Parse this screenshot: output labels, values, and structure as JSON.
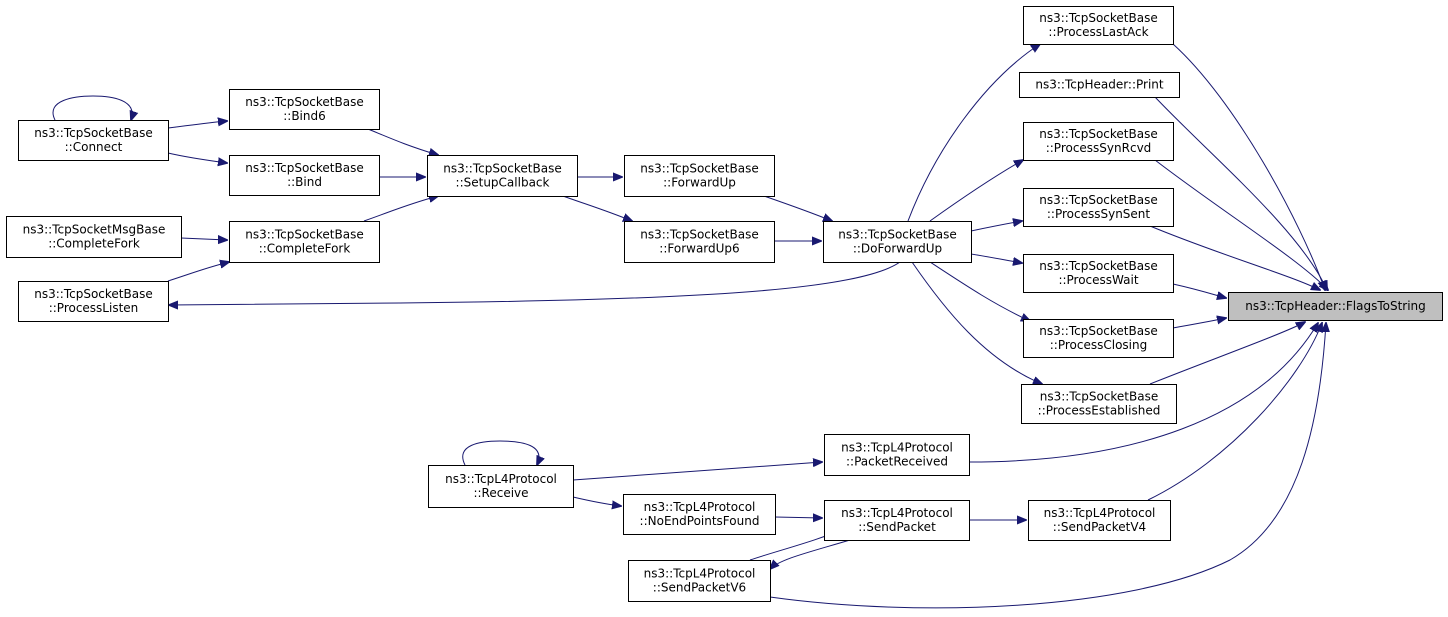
{
  "colors": {
    "edge": "#191970",
    "root_fill": "#bfbfbf",
    "node_fill": "#ffffff",
    "node_border": "#000000"
  },
  "nodes": [
    {
      "id": "flags",
      "lines": [
        "ns3::TcpHeader::FlagsToString"
      ],
      "root": true
    },
    {
      "id": "lastack",
      "lines": [
        "ns3::TcpSocketBase",
        "::ProcessLastAck"
      ]
    },
    {
      "id": "print",
      "lines": [
        "ns3::TcpHeader::Print"
      ]
    },
    {
      "id": "synrcvd",
      "lines": [
        "ns3::TcpSocketBase",
        "::ProcessSynRcvd"
      ]
    },
    {
      "id": "synsent",
      "lines": [
        "ns3::TcpSocketBase",
        "::ProcessSynSent"
      ]
    },
    {
      "id": "wait",
      "lines": [
        "ns3::TcpSocketBase",
        "::ProcessWait"
      ]
    },
    {
      "id": "closing",
      "lines": [
        "ns3::TcpSocketBase",
        "::ProcessClosing"
      ]
    },
    {
      "id": "established",
      "lines": [
        "ns3::TcpSocketBase",
        "::ProcessEstablished"
      ]
    },
    {
      "id": "doforwardup",
      "lines": [
        "ns3::TcpSocketBase",
        "::DoForwardUp"
      ]
    },
    {
      "id": "forwardup",
      "lines": [
        "ns3::TcpSocketBase",
        "::ForwardUp"
      ]
    },
    {
      "id": "forwardup6",
      "lines": [
        "ns3::TcpSocketBase",
        "::ForwardUp6"
      ]
    },
    {
      "id": "setupcallback",
      "lines": [
        "ns3::TcpSocketBase",
        "::SetupCallback"
      ]
    },
    {
      "id": "bind6",
      "lines": [
        "ns3::TcpSocketBase",
        "::Bind6"
      ]
    },
    {
      "id": "bind",
      "lines": [
        "ns3::TcpSocketBase",
        "::Bind"
      ]
    },
    {
      "id": "completefork",
      "lines": [
        "ns3::TcpSocketBase",
        "::CompleteFork"
      ]
    },
    {
      "id": "connect",
      "lines": [
        "ns3::TcpSocketBase",
        "::Connect"
      ]
    },
    {
      "id": "msgcompletefork",
      "lines": [
        "ns3::TcpSocketMsgBase",
        "::CompleteFork"
      ]
    },
    {
      "id": "processlisten",
      "lines": [
        "ns3::TcpSocketBase",
        "::ProcessListen"
      ]
    },
    {
      "id": "packetreceived",
      "lines": [
        "ns3::TcpL4Protocol",
        "::PacketReceived"
      ]
    },
    {
      "id": "receive",
      "lines": [
        "ns3::TcpL4Protocol",
        "::Receive"
      ]
    },
    {
      "id": "noendpoints",
      "lines": [
        "ns3::TcpL4Protocol",
        "::NoEndPointsFound"
      ]
    },
    {
      "id": "sendpacket",
      "lines": [
        "ns3::TcpL4Protocol",
        "::SendPacket"
      ]
    },
    {
      "id": "sendpacketv4",
      "lines": [
        "ns3::TcpL4Protocol",
        "::SendPacketV4"
      ]
    },
    {
      "id": "sendpacketv6",
      "lines": [
        "ns3::TcpL4Protocol",
        "::SendPacketV6"
      ]
    }
  ],
  "edges": [
    {
      "from": "lastack",
      "to": "flags"
    },
    {
      "from": "print",
      "to": "flags"
    },
    {
      "from": "synrcvd",
      "to": "flags"
    },
    {
      "from": "synsent",
      "to": "flags"
    },
    {
      "from": "wait",
      "to": "flags"
    },
    {
      "from": "closing",
      "to": "flags"
    },
    {
      "from": "established",
      "to": "flags"
    },
    {
      "from": "packetreceived",
      "to": "flags"
    },
    {
      "from": "sendpacketv4",
      "to": "flags"
    },
    {
      "from": "sendpacketv6",
      "to": "flags"
    },
    {
      "from": "doforwardup",
      "to": "lastack"
    },
    {
      "from": "doforwardup",
      "to": "synrcvd"
    },
    {
      "from": "doforwardup",
      "to": "synsent"
    },
    {
      "from": "doforwardup",
      "to": "wait"
    },
    {
      "from": "doforwardup",
      "to": "closing"
    },
    {
      "from": "doforwardup",
      "to": "established"
    },
    {
      "from": "doforwardup",
      "to": "processlisten"
    },
    {
      "from": "forwardup",
      "to": "doforwardup"
    },
    {
      "from": "forwardup6",
      "to": "doforwardup"
    },
    {
      "from": "setupcallback",
      "to": "forwardup"
    },
    {
      "from": "setupcallback",
      "to": "forwardup6"
    },
    {
      "from": "bind6",
      "to": "setupcallback"
    },
    {
      "from": "bind",
      "to": "setupcallback"
    },
    {
      "from": "completefork",
      "to": "setupcallback"
    },
    {
      "from": "connect",
      "to": "bind6"
    },
    {
      "from": "connect",
      "to": "bind"
    },
    {
      "from": "connect",
      "to": "connect"
    },
    {
      "from": "msgcompletefork",
      "to": "completefork"
    },
    {
      "from": "processlisten",
      "to": "completefork"
    },
    {
      "from": "receive",
      "to": "packetreceived"
    },
    {
      "from": "receive",
      "to": "noendpoints"
    },
    {
      "from": "receive",
      "to": "receive"
    },
    {
      "from": "noendpoints",
      "to": "sendpacket"
    },
    {
      "from": "sendpacket",
      "to": "sendpacketv4"
    },
    {
      "from": "sendpacket",
      "to": "sendpacketv6"
    },
    {
      "from": "sendpacketv6",
      "to": "sendpacket"
    }
  ]
}
